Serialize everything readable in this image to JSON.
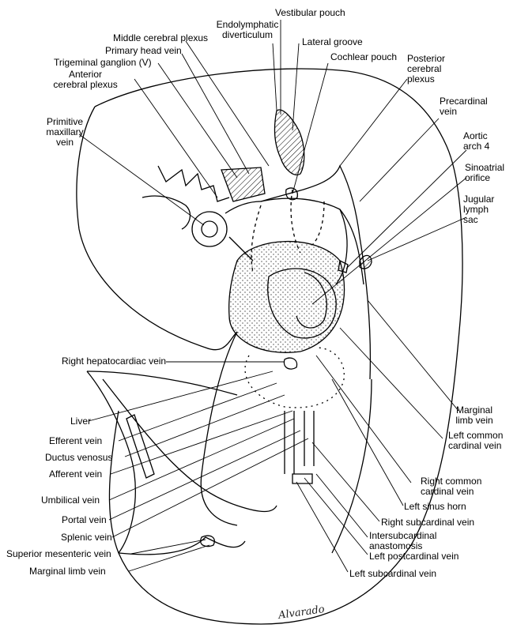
{
  "labels": {
    "vestibular_pouch": "Vestibular pouch",
    "endolymphatic_1": "Endolymphatic",
    "endolymphatic_2": "diverticulum",
    "middle_cerebral_plexus": "Middle cerebral plexus",
    "lateral_groove": "Lateral groove",
    "primary_head_vein": "Primary head vein",
    "cochlear_pouch": "Cochlear pouch",
    "posterior_cerebral_1": "Posterior",
    "posterior_cerebral_2": "cerebral",
    "posterior_cerebral_3": "plexus",
    "trigeminal_ganglion": "Trigeminal ganglion (V)",
    "anterior_cerebral_1": "Anterior",
    "anterior_cerebral_2": "cerebral plexus",
    "primitive_maxillary_1": "Primitive",
    "primitive_maxillary_2": "maxillary",
    "primitive_maxillary_3": "vein",
    "precardinal_1": "Precardinal",
    "precardinal_2": "vein",
    "aortic_arch_1": "Aortic",
    "aortic_arch_2": "arch 4",
    "sinoatrial_1": "Sinoatrial",
    "sinoatrial_2": "orifice",
    "jugular_1": "Jugular",
    "jugular_2": "lymph",
    "jugular_3": "sac",
    "right_hepatocardiac": "Right hepatocardiac vein",
    "liver": "Liver",
    "efferent_vein": "Efferent vein",
    "ductus_venosus": "Ductus venosus",
    "afferent_vein": "Afferent vein",
    "umbilical_vein": "Umbilical vein",
    "portal_vein": "Portal vein",
    "splenic_vein": "Splenic vein",
    "superior_mesenteric": "Superior mesenteric vein",
    "marginal_limb_vein_left": "Marginal limb vein",
    "marginal_limb_1": "Marginal",
    "marginal_limb_2": "limb vein",
    "left_common_cardinal_1": "Left common",
    "left_common_cardinal_2": "cardinal vein",
    "right_common_cardinal_1": "Right common",
    "right_common_cardinal_2": "cardinal vein",
    "left_sinus_horn": "Left sinus horn",
    "right_subcardinal": "Right subcardinal vein",
    "intersubcardinal_1": "Intersubcardinal",
    "intersubcardinal_2": "anastomosis",
    "left_postcardinal": "Left postcardinal vein",
    "left_subcardinal": "Left subcardinal vein"
  },
  "signature": "Alvarado"
}
